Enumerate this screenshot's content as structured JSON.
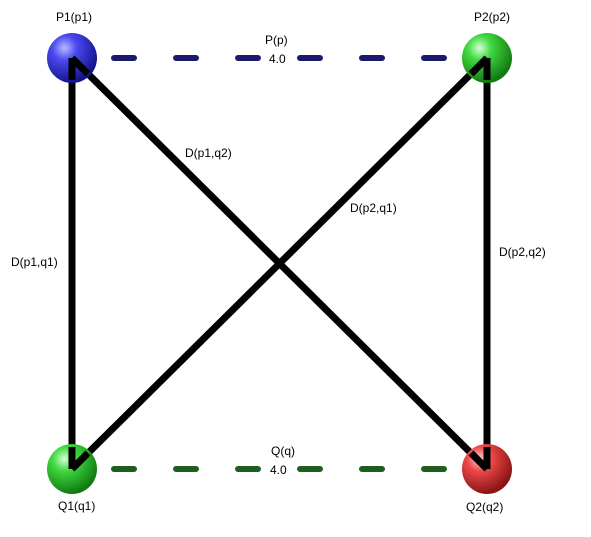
{
  "nodes": {
    "p1": {
      "label": "P1(p1)",
      "color": "#2a2ad6"
    },
    "p2": {
      "label": "P2(p2)",
      "color": "#2ec82e"
    },
    "q1": {
      "label": "Q1(q1)",
      "color": "#2ec82e"
    },
    "q2": {
      "label": "Q2(q2)",
      "color": "#e23a3a"
    }
  },
  "edges": {
    "p": {
      "label": "P(p)",
      "value": "4.0",
      "color": "#1a1a6e"
    },
    "q": {
      "label": "Q(q)",
      "value": "4.0",
      "color": "#1f5e1f"
    },
    "p1q1": {
      "label": "D(p1,q1)"
    },
    "p1q2": {
      "label": "D(p1,q2)"
    },
    "p2q1": {
      "label": "D(p2,q1)"
    },
    "p2q2": {
      "label": "D(p2,q2)"
    }
  },
  "colors": {
    "solid_edge": "#000000"
  }
}
